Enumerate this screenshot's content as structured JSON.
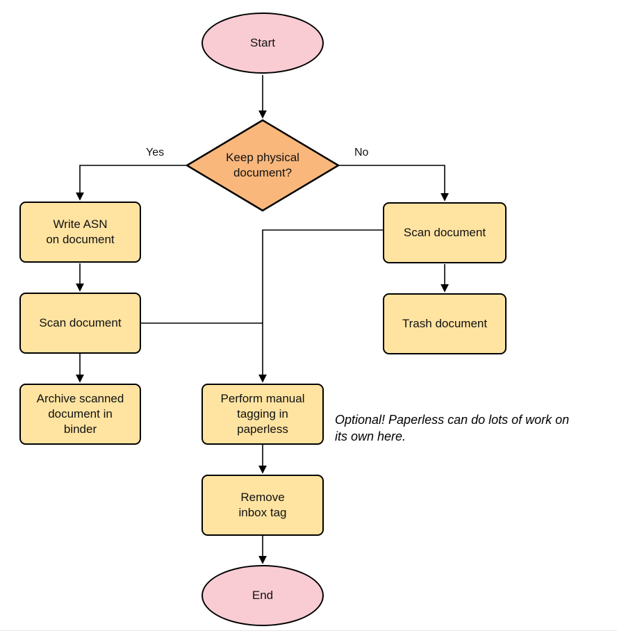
{
  "colors": {
    "background": "#FFFFFF",
    "stroke": "#000000",
    "terminal_fill": "#F8CCD2",
    "decision_fill": "#F9B77C",
    "process_fill": "#FFE3A1"
  },
  "diagram": {
    "nodes": {
      "start": {
        "type": "terminal",
        "label": "Start"
      },
      "decision": {
        "type": "decision",
        "label": "Keep physical\ndocument?"
      },
      "write_asn": {
        "type": "process",
        "label": "Write ASN\non document"
      },
      "scan_left": {
        "type": "process",
        "label": "Scan document"
      },
      "archive": {
        "type": "process",
        "label": "Archive scanned\ndocument in\nbinder"
      },
      "scan_right": {
        "type": "process",
        "label": "Scan document"
      },
      "trash": {
        "type": "process",
        "label": "Trash document"
      },
      "tagging": {
        "type": "process",
        "label": "Perform manual\ntagging in\npaperless"
      },
      "remove_inbox": {
        "type": "process",
        "label": "Remove\ninbox tag"
      },
      "end": {
        "type": "terminal",
        "label": "End"
      }
    },
    "edge_labels": {
      "yes": "Yes",
      "no": "No"
    },
    "edges": [
      {
        "from": "start",
        "to": "decision"
      },
      {
        "from": "decision",
        "to": "write_asn",
        "label": "Yes"
      },
      {
        "from": "decision",
        "to": "scan_right",
        "label": "No"
      },
      {
        "from": "write_asn",
        "to": "scan_left"
      },
      {
        "from": "scan_left",
        "to": "archive"
      },
      {
        "from": "scan_left",
        "to": "tagging"
      },
      {
        "from": "scan_right",
        "to": "tagging"
      },
      {
        "from": "scan_right",
        "to": "trash"
      },
      {
        "from": "tagging",
        "to": "remove_inbox"
      },
      {
        "from": "remove_inbox",
        "to": "end"
      }
    ],
    "annotation": "Optional! Paperless can do lots of work on\nits own here."
  }
}
